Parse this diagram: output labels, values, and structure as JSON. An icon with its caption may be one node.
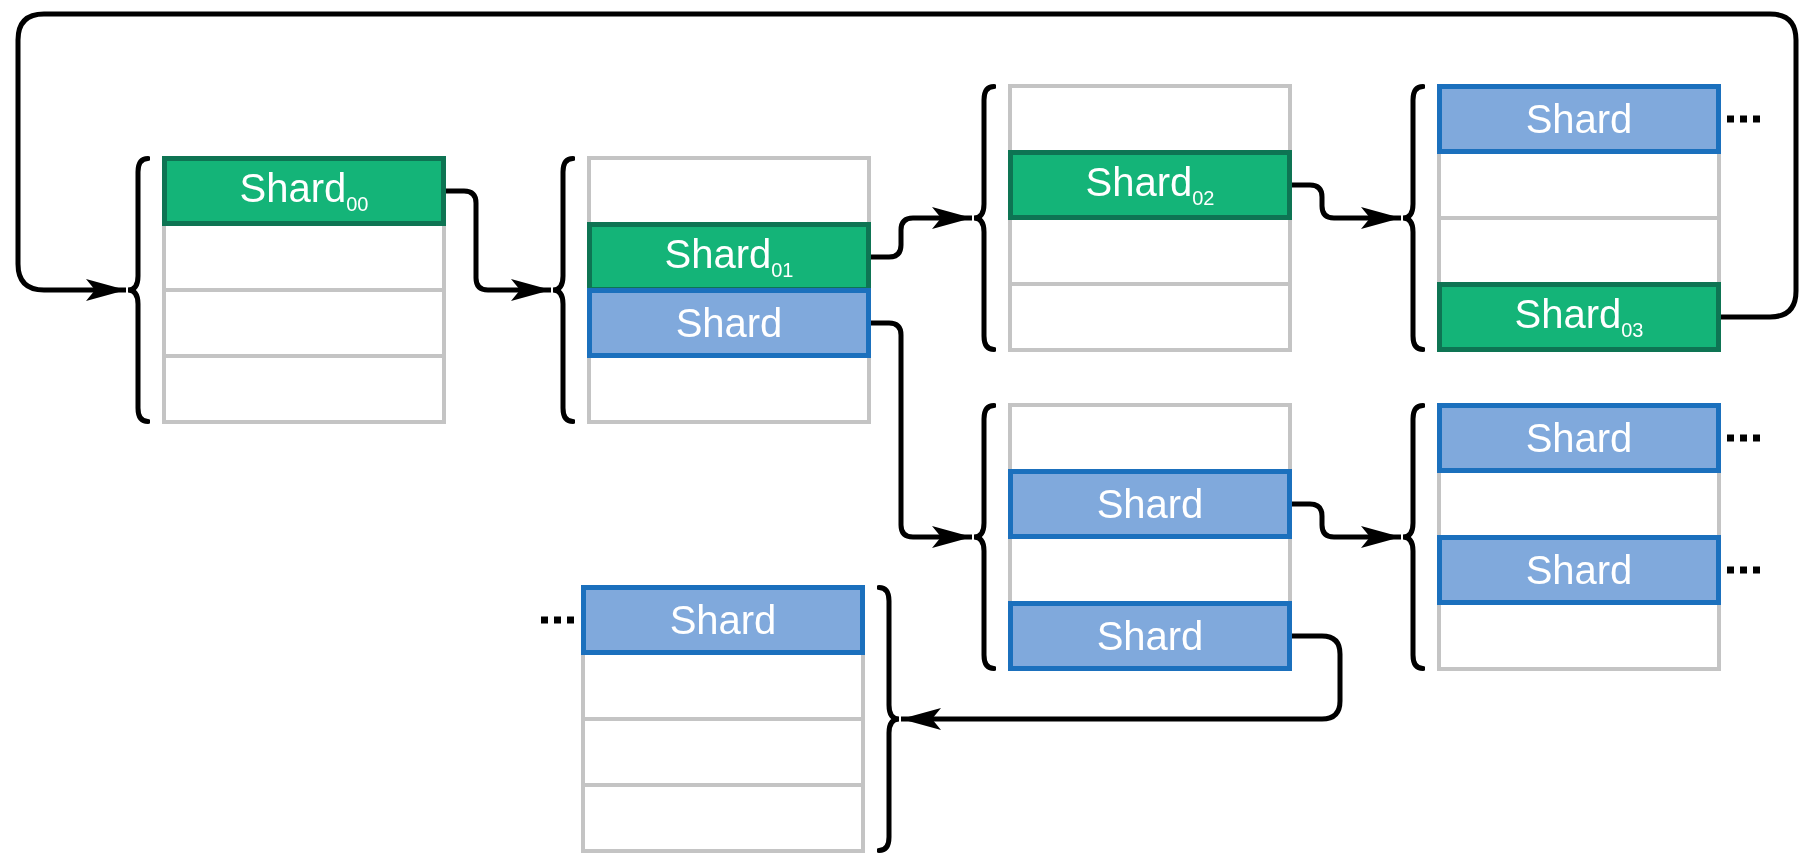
{
  "diagram": {
    "nodes": [
      {
        "text": [],
        "shape": "table"
      },
      {
        "text": [
          "Shard$_{00}$"
        ],
        "in": 0
      },
      {
        "text": [],
        "shape": "box",
        "in": 0
      },
      {
        "text": [],
        "shape": "box",
        "in": 0
      },
      {
        "text": [],
        "shape": "box",
        "in": 0
      },
      {
        "text": [],
        "shape": "table"
      },
      {
        "text": [],
        "shape": "box",
        "in": 5
      },
      {
        "text": [
          "Shard$_{01}$"
        ],
        "in": 5
      },
      {
        "text": [
          "Shard"
        ],
        "in": 5
      },
      {
        "text": [],
        "shape": "box",
        "in": 5
      },
      {
        "text": [],
        "shape": "table"
      },
      {
        "text": [],
        "shape": "box",
        "in": 10
      },
      {
        "text": [
          "Shard$_{02}$"
        ],
        "in": 10
      },
      {
        "text": [],
        "shape": "box",
        "in": 10
      },
      {
        "text": [],
        "shape": "box",
        "in": 10
      },
      {
        "text": [],
        "shape": "table"
      },
      {
        "text": [
          "Shard"
        ],
        "in": 15
      },
      {
        "text": [],
        "shape": "box",
        "in": 15
      },
      {
        "text": [],
        "shape": "box",
        "in": 15
      },
      {
        "text": [
          "Shard$_{03}$"
        ],
        "in": 15
      },
      {
        "text": [],
        "shape": "table"
      },
      {
        "text": [],
        "shape": "box",
        "in": 20
      },
      {
        "text": [
          "Shard"
        ],
        "in": 20
      },
      {
        "text": [],
        "shape": "box",
        "in": 20
      },
      {
        "text": [
          "Shard"
        ],
        "in": 20
      },
      {
        "text": [],
        "shape": "table"
      },
      {
        "text": [
          "Shard"
        ],
        "in": 25
      },
      {
        "text": [],
        "shape": "box",
        "in": 25
      },
      {
        "text": [
          "Shard"
        ],
        "in": 25
      },
      {
        "text": [],
        "shape": "box",
        "in": 25
      },
      {
        "text": [],
        "shape": "table"
      },
      {
        "text": [
          "Shard"
        ],
        "in": 30
      },
      {
        "text": [],
        "shape": "box",
        "in": 30
      },
      {
        "text": [],
        "shape": "box",
        "in": 30
      },
      {
        "text": [],
        "shape": "box",
        "in": 30
      }
    ],
    "edges": [
      {
        "from": 19,
        "to": 0,
        "arrow": "to"
      },
      {
        "from": 1,
        "to": 5,
        "arrow": "to"
      },
      {
        "from": 7,
        "to": 10,
        "arrow": "to"
      },
      {
        "from": 8,
        "to": 20,
        "arrow": "to"
      },
      {
        "from": 12,
        "to": 15,
        "arrow": "to"
      },
      {
        "from": 22,
        "to": 25,
        "arrow": "to"
      },
      {
        "from": 24,
        "to": 30,
        "arrow": "to"
      },
      {
        "from": 16,
        "to": null,
        "arrow": "none",
        "style": "dashed"
      },
      {
        "from": 26,
        "to": null,
        "arrow": "none",
        "style": "dashed"
      },
      {
        "from": 28,
        "to": null,
        "arrow": "none",
        "style": "dashed"
      },
      {
        "from": null,
        "to": 31,
        "arrow": "none",
        "style": "dashed"
      }
    ]
  }
}
